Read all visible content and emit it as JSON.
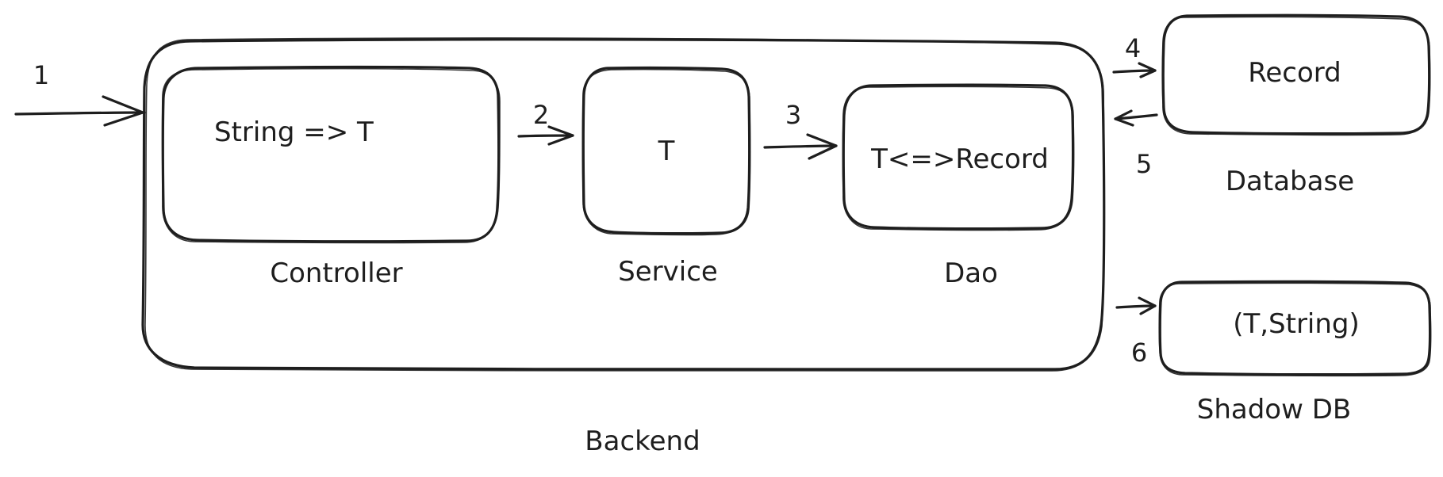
{
  "diagram": {
    "containers": {
      "backend": {
        "label": "Backend"
      },
      "controller": {
        "label": "Controller",
        "content": "String => T"
      },
      "service": {
        "label": "Service",
        "content": "T"
      },
      "dao": {
        "label": "Dao",
        "content": "T<=>Record"
      },
      "database": {
        "label": "Database",
        "content": "Record"
      },
      "shadow_db": {
        "label": "Shadow DB",
        "content": "(T,String)"
      }
    },
    "steps": {
      "s1": "1",
      "s2": "2",
      "s3": "3",
      "s4": "4",
      "s5": "5",
      "s6": "6"
    }
  }
}
